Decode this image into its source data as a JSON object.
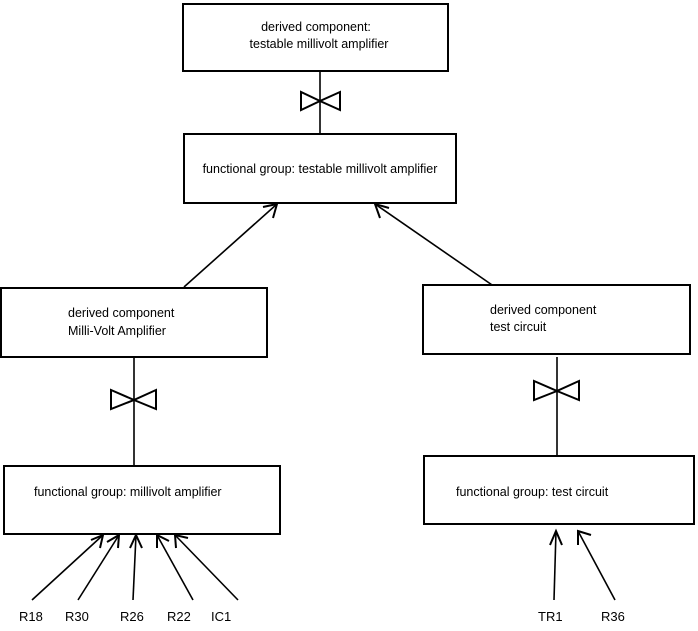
{
  "diagram": {
    "type": "component-hierarchy-diagram",
    "background_color": "#ffffff",
    "line_color": "#000000",
    "nodes": {
      "top_derived": {
        "line1": "derived component:",
        "line2": "testable millivolt amplifier"
      },
      "top_functional": {
        "line1": "functional group: testable millivolt amplifier"
      },
      "left_derived": {
        "line1": "derived component",
        "line2": "Milli-Volt Amplifier"
      },
      "right_derived": {
        "line1": "derived component",
        "line2": "test circuit"
      },
      "left_functional": {
        "line1": "functional group: millivolt amplifier"
      },
      "right_functional": {
        "line1": "functional group: test circuit"
      }
    },
    "left_parts": [
      {
        "label": "R18"
      },
      {
        "label": "R30"
      },
      {
        "label": "R26"
      },
      {
        "label": "R22"
      },
      {
        "label": "IC1"
      }
    ],
    "right_parts": [
      {
        "label": "TR1"
      },
      {
        "label": "R36"
      }
    ],
    "connectors": {
      "composition_symbol": "bowtie-icon",
      "aggregation_arrow": "open-arrow-icon"
    }
  }
}
